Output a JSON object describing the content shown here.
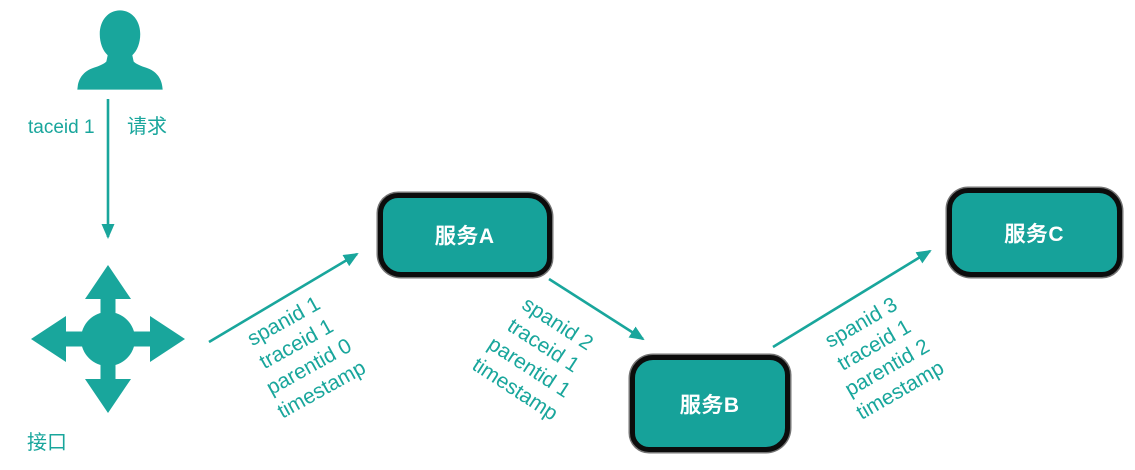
{
  "accent_color": "#19a69c",
  "box_fill_color": "#16a29a",
  "box_border_color": "#0c0c0c",
  "user_flow": {
    "trace_label": "taceid 1",
    "request_label": "请求",
    "interface_label": "接口"
  },
  "services": [
    {
      "id": "A",
      "label": "服务A"
    },
    {
      "id": "B",
      "label": "服务B"
    },
    {
      "id": "C",
      "label": "服务C"
    }
  ],
  "edges": {
    "e1": {
      "from": "接口",
      "to": "服务A",
      "lines": [
        "spanid 1",
        "traceid 1",
        "parentid 0",
        "timestamp"
      ]
    },
    "e2": {
      "from": "服务A",
      "to": "服务B",
      "lines": [
        "spanid 2",
        "traceid 1",
        "parentid 1",
        "timestamp"
      ]
    },
    "e3": {
      "from": "服务B",
      "to": "服务C",
      "lines": [
        "spanid 3",
        "traceid 1",
        "parentid 2",
        "timestamp"
      ]
    }
  }
}
